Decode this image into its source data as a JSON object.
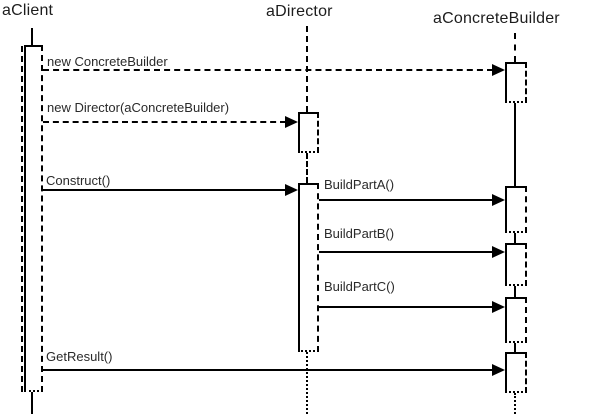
{
  "diagram": {
    "type": "uml-sequence-diagram",
    "subject": "Builder design pattern collaboration",
    "actors": [
      {
        "id": "client",
        "label": "aClient"
      },
      {
        "id": "director",
        "label": "aDirector"
      },
      {
        "id": "builder",
        "label": "aConcreteBuilder"
      }
    ],
    "messages": [
      {
        "label": "new ConcreteBuilder",
        "from": "aClient",
        "to": "aConcreteBuilder",
        "line_style": "dashed"
      },
      {
        "label": "new Director(aConcreteBuilder)",
        "from": "aClient",
        "to": "aDirector",
        "line_style": "dashed"
      },
      {
        "label": "Construct()",
        "from": "aClient",
        "to": "aDirector",
        "line_style": "solid"
      },
      {
        "label": "BuildPartA()",
        "from": "aDirector",
        "to": "aConcreteBuilder",
        "line_style": "solid"
      },
      {
        "label": "BuildPartB()",
        "from": "aDirector",
        "to": "aConcreteBuilder",
        "line_style": "solid"
      },
      {
        "label": "BuildPartC()",
        "from": "aDirector",
        "to": "aConcreteBuilder",
        "line_style": "solid"
      },
      {
        "label": "GetResult()",
        "from": "aClient",
        "to": "aConcreteBuilder",
        "line_style": "solid"
      }
    ],
    "colors": {
      "line": "#000000",
      "text": "#222222",
      "background": "#ffffff"
    }
  }
}
